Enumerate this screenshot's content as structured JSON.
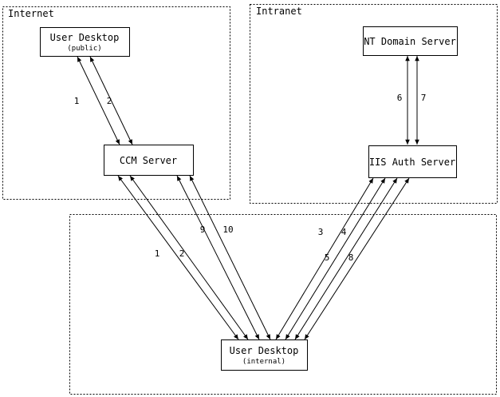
{
  "diagram": {
    "containers": {
      "internet": {
        "label": "Internet"
      },
      "intranet": {
        "label": "Intranet"
      }
    },
    "nodes": {
      "user_desktop_public": {
        "title": "User Desktop",
        "subtitle": "(public)"
      },
      "ccm_server": {
        "title": "CCM Server"
      },
      "nt_domain_server": {
        "title": "NT Domain Server"
      },
      "iis_auth_server": {
        "title": "IIS Auth Server"
      },
      "user_desktop_internal": {
        "title": "User Desktop",
        "subtitle": "(internal)"
      }
    },
    "edge_labels": {
      "public_to_ccm_1": "1",
      "public_to_ccm_2": "2",
      "nt_to_iis_6": "6",
      "nt_to_iis_7": "7",
      "ccm_to_internal_1": "1",
      "ccm_to_internal_2": "2",
      "ccm_to_internal_9": "9",
      "ccm_to_internal_10": "10",
      "iis_to_internal_3": "3",
      "iis_to_internal_4": "4",
      "iis_to_internal_5": "5",
      "iis_to_internal_8": "8"
    },
    "colors": {
      "line": "#000000",
      "node_fill": "#ffffff",
      "background": "#ffffff"
    }
  }
}
